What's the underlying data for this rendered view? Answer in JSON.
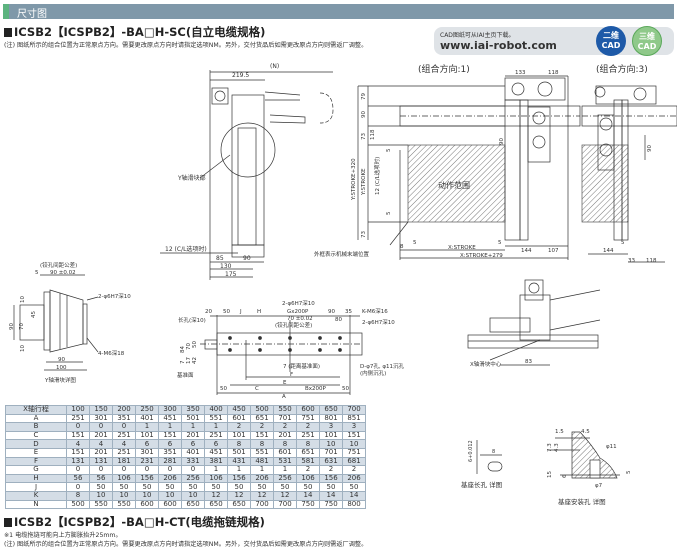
{
  "header": {
    "section_title": "尺寸图"
  },
  "model_sc": {
    "title": "ICSB2【ICSPB2】-BA□H-SC(自立电缆规格)",
    "note": "(注) 图纸所示的组合位置为正常原点方向。需要更改原点方向时请指定选项NM。另外，交付货品后如需更改原点方向则需返厂调整。"
  },
  "cad": {
    "subtitle": "CAD图纸可从IAI主页下载。",
    "url": "www.iai-robot.com",
    "badge_2d": [
      "二维",
      "CAD"
    ],
    "badge_3d": [
      "三维",
      "CAD"
    ],
    "badge_2d_color": "#1e5aa8",
    "badge_3d_color": "#8fc98a"
  },
  "views": {
    "dir1": "(组合方向:1)",
    "dir3": "(组合方向:3)",
    "side": {
      "n": "(N)",
      "w219": "219.5",
      "y_slider": "Y轴滑块部",
      "cl": "12 (C/L选项时)",
      "d85": "85",
      "d90": "90",
      "d130": "130",
      "d175": "175"
    },
    "front1": {
      "d133": "133",
      "d118": "118",
      "d79": "79",
      "d90": "90",
      "d73a": "73",
      "d118v": "118",
      "ystroke320": "Y:STROKE+320",
      "ystroke": "Y:STROKE",
      "cl": "12 (C/L选项时)",
      "d5a": "5",
      "d5b": "5",
      "d73b": "73",
      "d90r": "90",
      "range": "动作范围",
      "d8": "8",
      "d5c": "5",
      "d5d": "5",
      "xstroke": "X:STROKE",
      "d144": "144",
      "d107": "107",
      "xstroke279": "X:STROKE+279",
      "frame_note": "外框表示机械末端位置"
    },
    "front3": {
      "d90": "90",
      "d5": "5",
      "d144": "144",
      "d33": "33",
      "d118": "118"
    },
    "yslider": {
      "tol_note": "(铰孔间距公差)",
      "d5": "5",
      "d90tol": "90 ±0.02",
      "pin": "2-φ6H7深10",
      "d10a": "10",
      "d45": "45",
      "d90": "90",
      "d70": "70",
      "d10b": "10",
      "tap": "4-M6深18",
      "d90b": "90",
      "d100": "100",
      "caption": "Y轴滑块详图"
    },
    "base": {
      "d20": "20",
      "d50": "50",
      "j": "J",
      "h": "H",
      "g": "Gx200P",
      "d70tol": "70 ±0.02",
      "tol_note": "(铰孔间距公差)",
      "d90": "90",
      "d35": "35",
      "d80": "80",
      "pin_top": "2-φ6H7深10",
      "tap": "K-M6深16",
      "pin": "2-φ6H7深10",
      "slot": "长孔(深10)",
      "d84": "84",
      "d70": "70",
      "d50v": "50",
      "d7": "7",
      "d17": "17",
      "d42": "42",
      "ref_face": "基准面",
      "ref_note": "7 (距离基准面)",
      "f": "F",
      "e": "E",
      "d50a": "50",
      "c": "C",
      "b": "Bx200P",
      "d50b": "50",
      "a": "A",
      "holes": "D-φ7孔, φ11沉孔",
      "holes2": "(内侧沉孔)"
    },
    "iso": {
      "center": "X轴滑块中心",
      "d83": "83"
    },
    "details": {
      "slot_caption": "基座长孔 详图",
      "slot_tol": "6+0.012",
      "slot_w": "8",
      "hole_caption": "基座安装孔 详图",
      "d15": "1.5",
      "d45": "4.5",
      "d73": "7.3",
      "d43": "4.3",
      "phi11": "φ11",
      "d15v": "15",
      "d6": "6",
      "d5": "5",
      "phi7": "φ7"
    }
  },
  "table": {
    "header": [
      "X轴行程",
      "100",
      "150",
      "200",
      "250",
      "300",
      "350",
      "400",
      "450",
      "500",
      "550",
      "600",
      "650",
      "700"
    ],
    "rows": [
      [
        "A",
        "251",
        "301",
        "351",
        "401",
        "451",
        "501",
        "551",
        "601",
        "651",
        "701",
        "751",
        "801",
        "851"
      ],
      [
        "B",
        "0",
        "0",
        "0",
        "1",
        "1",
        "1",
        "1",
        "2",
        "2",
        "2",
        "2",
        "3",
        "3"
      ],
      [
        "C",
        "151",
        "201",
        "251",
        "101",
        "151",
        "201",
        "251",
        "101",
        "151",
        "201",
        "251",
        "101",
        "151"
      ],
      [
        "D",
        "4",
        "4",
        "4",
        "6",
        "6",
        "6",
        "6",
        "8",
        "8",
        "8",
        "8",
        "10",
        "10"
      ],
      [
        "E",
        "151",
        "201",
        "251",
        "301",
        "351",
        "401",
        "451",
        "501",
        "551",
        "601",
        "651",
        "701",
        "751"
      ],
      [
        "F",
        "131",
        "131",
        "181",
        "231",
        "281",
        "331",
        "381",
        "431",
        "481",
        "531",
        "581",
        "631",
        "681"
      ],
      [
        "G",
        "0",
        "0",
        "0",
        "0",
        "0",
        "0",
        "1",
        "1",
        "1",
        "1",
        "2",
        "2",
        "2"
      ],
      [
        "H",
        "56",
        "56",
        "106",
        "156",
        "206",
        "256",
        "106",
        "156",
        "206",
        "256",
        "106",
        "156",
        "206"
      ],
      [
        "J",
        "0",
        "50",
        "50",
        "50",
        "50",
        "50",
        "50",
        "50",
        "50",
        "50",
        "50",
        "50",
        "50"
      ],
      [
        "K",
        "8",
        "10",
        "10",
        "10",
        "10",
        "10",
        "12",
        "12",
        "12",
        "12",
        "14",
        "14",
        "14"
      ],
      [
        "N",
        "500",
        "550",
        "550",
        "600",
        "600",
        "650",
        "650",
        "650",
        "700",
        "700",
        "750",
        "750",
        "800"
      ]
    ]
  },
  "model_ct": {
    "title": "ICSB2【ICSPB2】-BA□H-CT(电缆拖链规格)",
    "note1": "※1  电缆拖链可能向上方膨胀抬升25mm。",
    "note2": "(注) 图纸所示的组合位置为正常原点方向。需要更改原点方向时请指定选项NM。另外，交付货品后如需更改原点方向则需返厂调整。"
  }
}
